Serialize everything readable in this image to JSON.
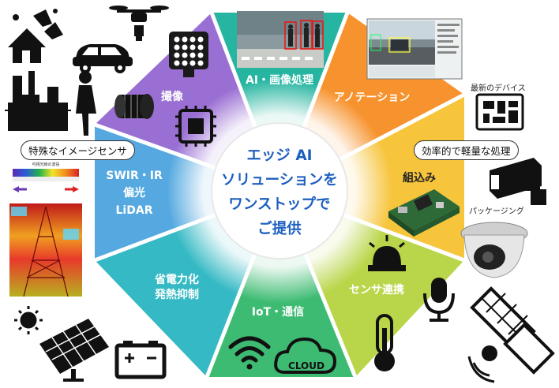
{
  "center": {
    "lines": [
      "エッジ AI",
      "ソリューションを",
      "ワンストップで",
      "ご提供"
    ]
  },
  "segments": {
    "top": "AI・画像処理",
    "upper_right": "アノテーション",
    "right": "組込み",
    "lower_right": "センサ連携",
    "bottom": "IoT・通信",
    "lower_left_1": "省電力化",
    "lower_left_2": "発熱抑制",
    "left_1": "SWIR・IR",
    "left_2": "偏光",
    "left_3": "LiDAR",
    "upper_left": "撮像"
  },
  "callouts": {
    "special_sensor": "特殊なイメージセンサ",
    "efficient": "効率的で軽量な処理",
    "latest_device": "最新のデバイス",
    "packaging": "パッケージング",
    "cloud": "CLOUD"
  },
  "colors": {
    "center_text": "#1d5fbf",
    "top": "#25b5a0",
    "upper_right": "#f7932e",
    "right": "#f6c53c",
    "lower_right": "#b9d64a",
    "bottom": "#3dbb72",
    "lower_left": "#35b9c4",
    "left": "#55a9e0",
    "upper_left": "#7b7fd2"
  }
}
